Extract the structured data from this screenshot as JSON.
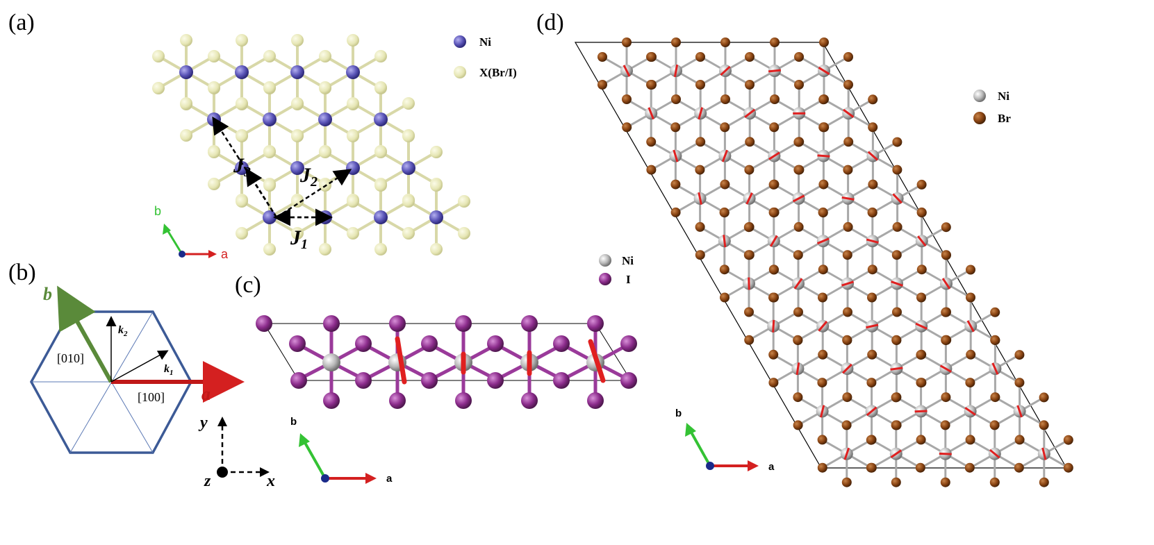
{
  "panels": {
    "a": {
      "label": "(a)",
      "legend": [
        {
          "text": "Ni",
          "color": "#5b55b8"
        },
        {
          "text": "X(Br/I)",
          "color": "#e6e6b4"
        }
      ],
      "j_labels": [
        {
          "sym": "J",
          "sub": "1"
        },
        {
          "sym": "J",
          "sub": "2"
        },
        {
          "sym": "J",
          "sub": "3"
        }
      ],
      "axes": {
        "b": "b",
        "a": "a"
      }
    },
    "b": {
      "label": "(b)",
      "vec_b": "b",
      "vec_a": "a",
      "k1": {
        "sym": "k",
        "sub": "1"
      },
      "k2": {
        "sym": "k",
        "sub": "2"
      },
      "dir_010": "[010]",
      "dir_100": "[100]",
      "coord": {
        "x": "x",
        "y": "y",
        "z": "z"
      }
    },
    "c": {
      "label": "(c)",
      "legend": [
        {
          "text": "Ni",
          "color": "#b8b8b8"
        },
        {
          "text": "I",
          "color": "#8c2c8c"
        }
      ],
      "axes": {
        "b": "b",
        "a": "a"
      }
    },
    "d": {
      "label": "(d)",
      "legend": [
        {
          "text": "Ni",
          "color": "#b8b8b8"
        },
        {
          "text": "Br",
          "color": "#8b4513"
        }
      ],
      "axes": {
        "b": "b",
        "a": "a"
      }
    }
  },
  "colors": {
    "ni_purple": "#5b55b8",
    "halide_pale": "#e6e6b4",
    "ni_gray": "#b8b8b8",
    "iodine": "#8c2c8c",
    "bromine": "#8b4513",
    "spin": "#e02020",
    "axis_a": "#d42020",
    "axis_b": "#34c234",
    "axis_b_green_dark": "#5a8a3a",
    "hexagon": "#3c5a96"
  }
}
